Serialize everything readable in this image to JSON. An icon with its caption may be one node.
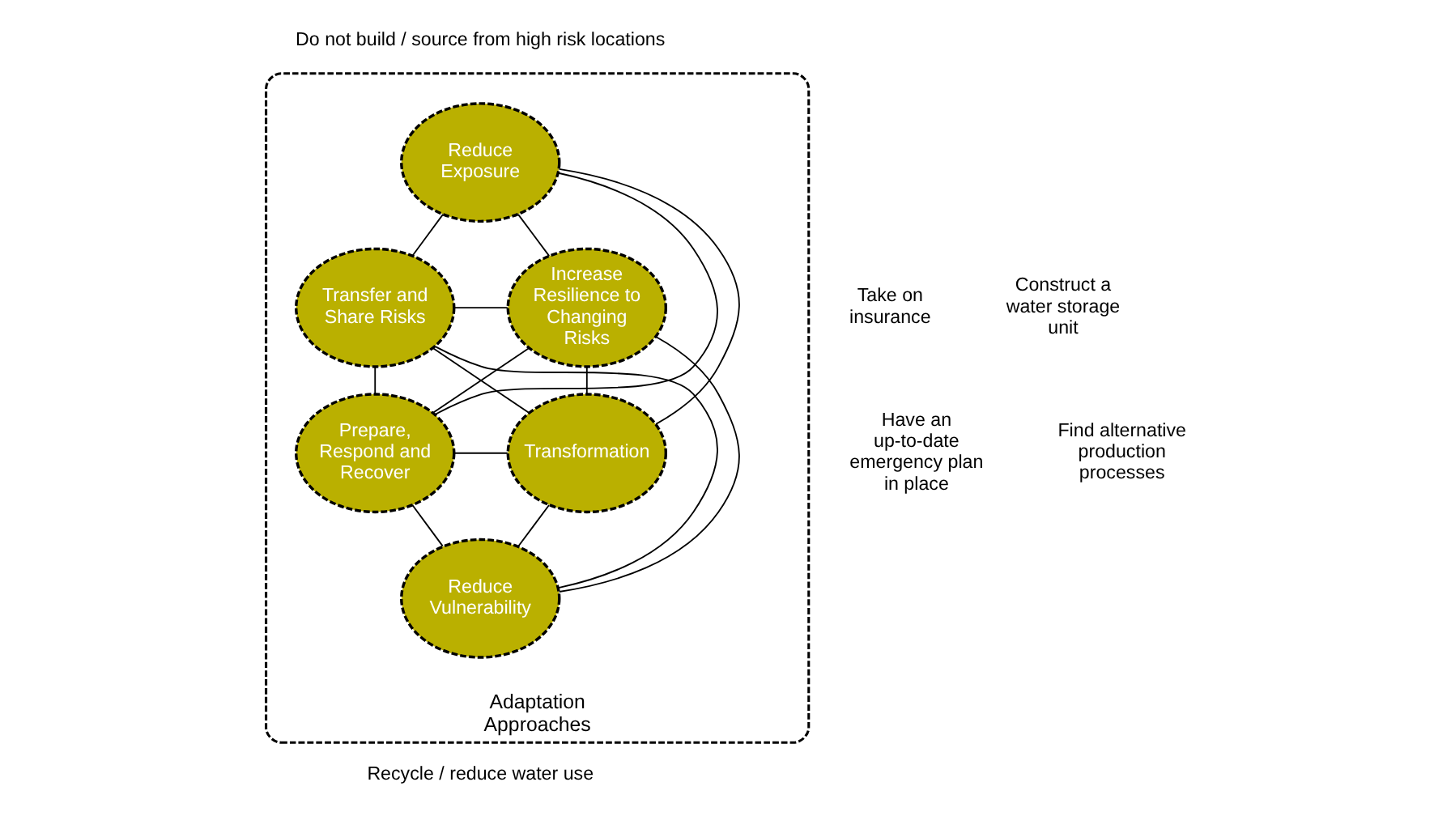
{
  "diagram": {
    "nodes": [
      {
        "text": [
          "Adaptation Approaches"
        ]
      },
      {
        "text": [
          "Reduce Exposure"
        ],
        "in": 0
      },
      {
        "text": [
          "Transfer and Share Risks"
        ],
        "in": 0
      },
      {
        "text": [
          "Increase Resilience to Changing Risks"
        ],
        "in": 0
      },
      {
        "text": [
          "Prepare, Respond and Recover"
        ],
        "in": 0
      },
      {
        "text": [
          "Transformation"
        ],
        "in": 0
      },
      {
        "text": [
          "Reduce Vulnerability"
        ],
        "in": 0
      }
    ],
    "edges": [
      {
        "from": 1,
        "to": 2,
        "arrow": "none"
      },
      {
        "from": 1,
        "to": 3,
        "arrow": "none"
      },
      {
        "from": 2,
        "to": 3,
        "arrow": "none"
      },
      {
        "from": 1,
        "to": 4,
        "arrow": "none"
      },
      {
        "from": 1,
        "to": 5,
        "arrow": "none"
      },
      {
        "from": 2,
        "to": 4,
        "arrow": "none"
      },
      {
        "from": 3,
        "to": 5,
        "arrow": "none"
      },
      {
        "from": 2,
        "to": 5,
        "arrow": "none"
      },
      {
        "from": 3,
        "to": 4,
        "arrow": "none"
      },
      {
        "from": 4,
        "to": 5,
        "arrow": "none"
      },
      {
        "from": 2,
        "to": 6,
        "arrow": "none"
      },
      {
        "from": 3,
        "to": 6,
        "arrow": "none"
      },
      {
        "from": 4,
        "to": 6,
        "arrow": "none"
      },
      {
        "from": 5,
        "to": 6,
        "arrow": "none"
      }
    ],
    "labels": [
      "Do not build / source from high risk locations",
      "Take on insurance",
      "Construct a water storage unit",
      "Have an up-to-date emergency plan in place",
      "Find alternative production processes",
      "Recycle / reduce water use"
    ]
  }
}
